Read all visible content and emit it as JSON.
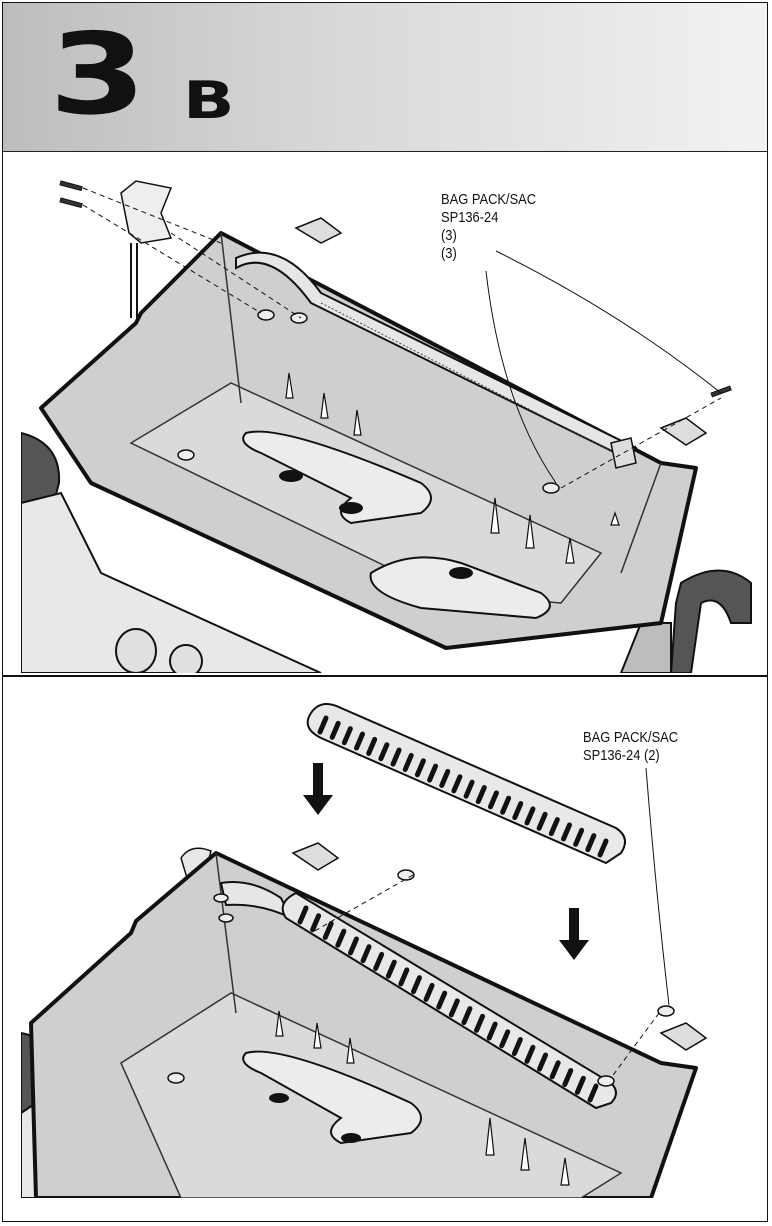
{
  "header": {
    "step_number": "3",
    "step_letter": "B"
  },
  "panel_top": {
    "callout": {
      "line1": "BAG PACK/SAC",
      "line2": "SP136-24",
      "line3": "(3)",
      "line4": "(3)"
    }
  },
  "panel_bottom": {
    "callout": {
      "line1": "BAG PACK/SAC",
      "line2": "SP136-24 (2)"
    }
  },
  "colors": {
    "tub_fill": "#cfcfcf",
    "outline": "#111111",
    "handle": "#555555",
    "header_dark": "#bdbdbd",
    "header_light": "#f2f2f2"
  }
}
